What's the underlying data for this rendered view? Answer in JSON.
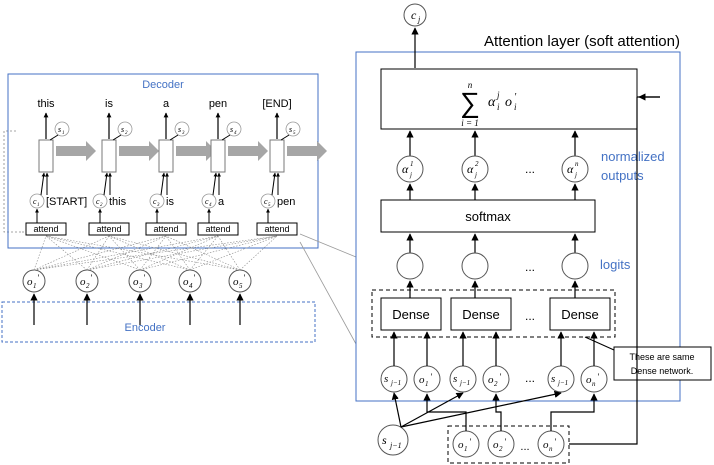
{
  "decoder": {
    "title": "Decoder",
    "steps": [
      {
        "output": "this",
        "s": "s",
        "s_sub": "1",
        "c": "c",
        "c_sub": "1",
        "input": "[START]",
        "attend": "attend"
      },
      {
        "output": "is",
        "s": "s",
        "s_sub": "2",
        "c": "c",
        "c_sub": "2",
        "input": "this",
        "attend": "attend"
      },
      {
        "output": "a",
        "s": "s",
        "s_sub": "3",
        "c": "c",
        "c_sub": "3",
        "input": "is",
        "attend": "attend"
      },
      {
        "output": "pen",
        "s": "s",
        "s_sub": "4",
        "c": "c",
        "c_sub": "4",
        "input": "a",
        "attend": "attend"
      },
      {
        "output": "[END]",
        "s": "s",
        "s_sub": "5",
        "c": "c",
        "c_sub": "5",
        "input": "pen",
        "attend": "attend"
      }
    ]
  },
  "encoder": {
    "title": "Encoder",
    "nodes": [
      {
        "base": "o",
        "sub": "1",
        "sup": "′"
      },
      {
        "base": "o",
        "sub": "2",
        "sup": "′"
      },
      {
        "base": "o",
        "sub": "3",
        "sup": "′"
      },
      {
        "base": "o",
        "sub": "4",
        "sup": "′"
      },
      {
        "base": "o",
        "sub": "5",
        "sup": "′"
      }
    ]
  },
  "attention": {
    "title": "Attention layer (soft attention)",
    "output": {
      "base": "c",
      "sub": "j"
    },
    "sum_symbol": "∑",
    "sum_upper": "n",
    "sum_lower": "i = 1",
    "sum_term": {
      "alpha": "α",
      "alpha_sub": "i",
      "alpha_sup": "j",
      "o": "o",
      "o_sub": "i",
      "o_sup": "′"
    },
    "alphas": [
      {
        "base": "α",
        "sub": "j",
        "sup": "1"
      },
      {
        "base": "α",
        "sub": "j",
        "sup": "2"
      },
      {
        "base": "α",
        "sub": "j",
        "sup": "n"
      }
    ],
    "ellipsis": "...",
    "normalized_label_1": "normalized",
    "normalized_label_2": "outputs",
    "softmax_label": "softmax",
    "logits_label": "logits",
    "dense_label": "Dense",
    "inputs_s": {
      "base": "s",
      "sub": "j−1"
    },
    "inputs_o": [
      {
        "base": "o",
        "sub": "1",
        "sup": "′"
      },
      {
        "base": "o",
        "sub": "2",
        "sup": "′"
      },
      {
        "base": "o",
        "sub": "n",
        "sup": "′"
      }
    ],
    "note_line1": "These are same",
    "note_line2": "Dense network."
  }
}
